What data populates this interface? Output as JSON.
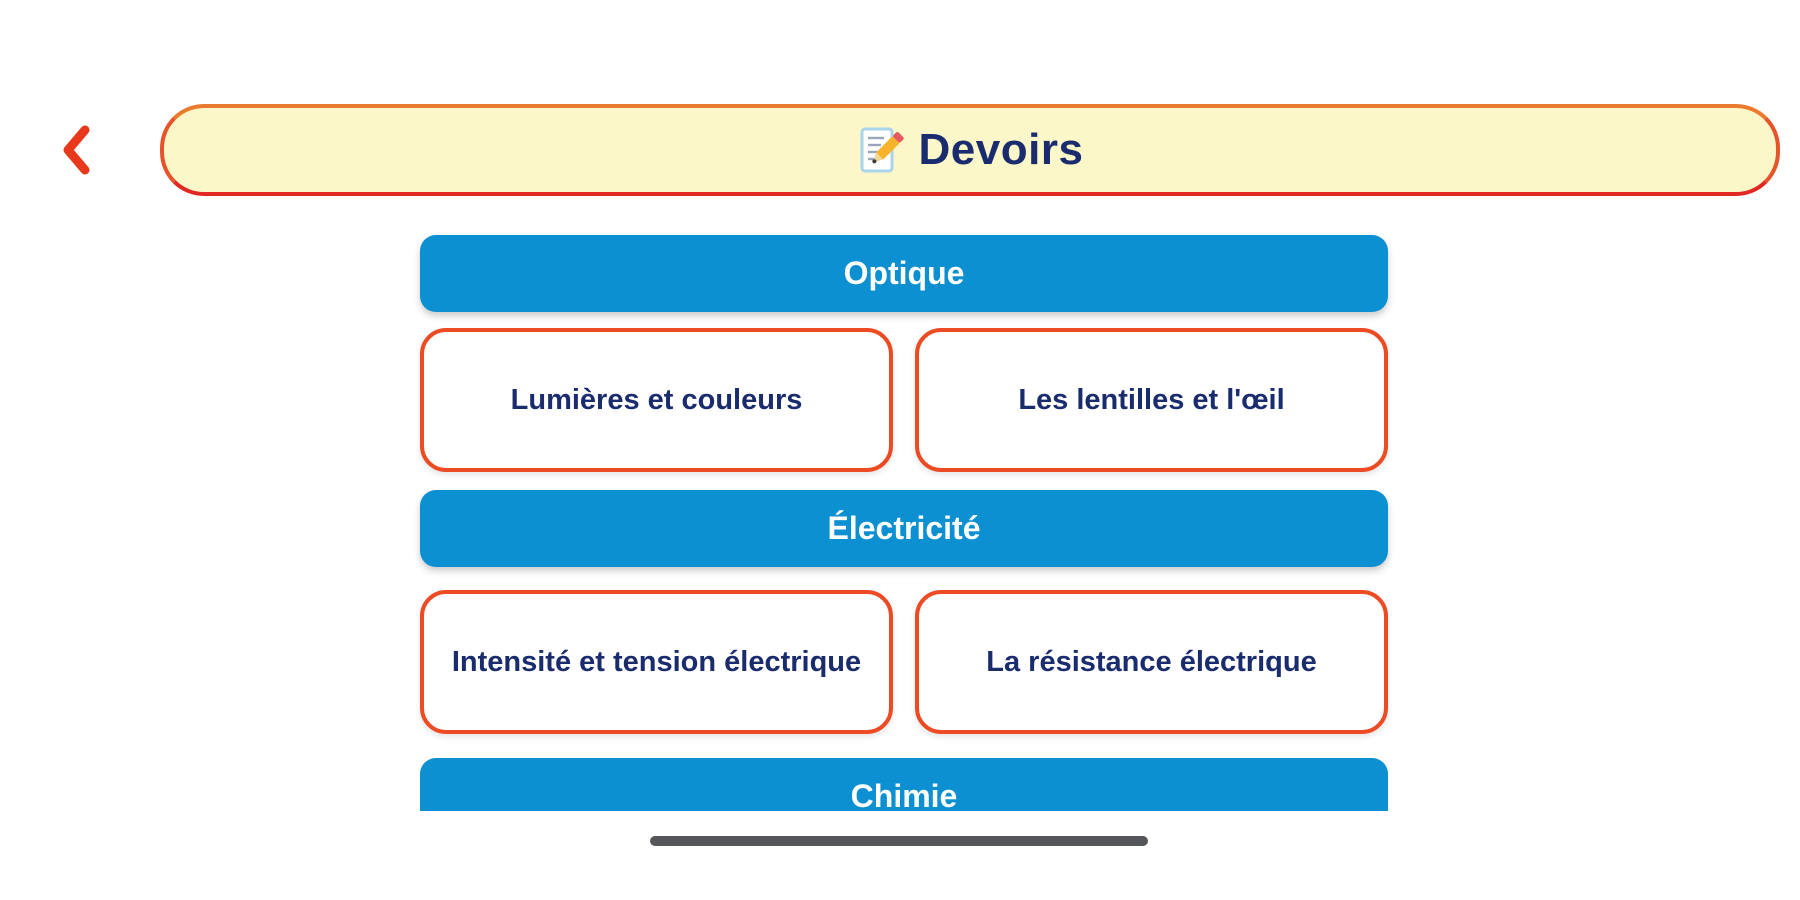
{
  "header": {
    "back_icon": "chevron-left",
    "title_icon": "memo-pencil",
    "title": "Devoirs"
  },
  "sections": [
    {
      "label": "Optique",
      "items": [
        {
          "label": "Lumières et couleurs"
        },
        {
          "label": "Les lentilles et l'œil"
        }
      ]
    },
    {
      "label": "Électricité",
      "items": [
        {
          "label": "Intensité et tension électrique"
        },
        {
          "label": "La résistance électrique"
        }
      ]
    },
    {
      "label": "Chimie",
      "items": []
    }
  ],
  "colors": {
    "section_bar_blue": "#0D90D1",
    "card_border_red": "#EC4B24",
    "banner_fill_yellow": "#FBF7C8",
    "banner_border_top_orange": "#EA7A2E",
    "banner_border_bottom_red": "#E12823",
    "title_navy": "#1A2C6E",
    "back_chevron_red": "#E8391C",
    "section_bar_text": "#FFFFFF",
    "home_indicator_gray": "#54565A"
  }
}
